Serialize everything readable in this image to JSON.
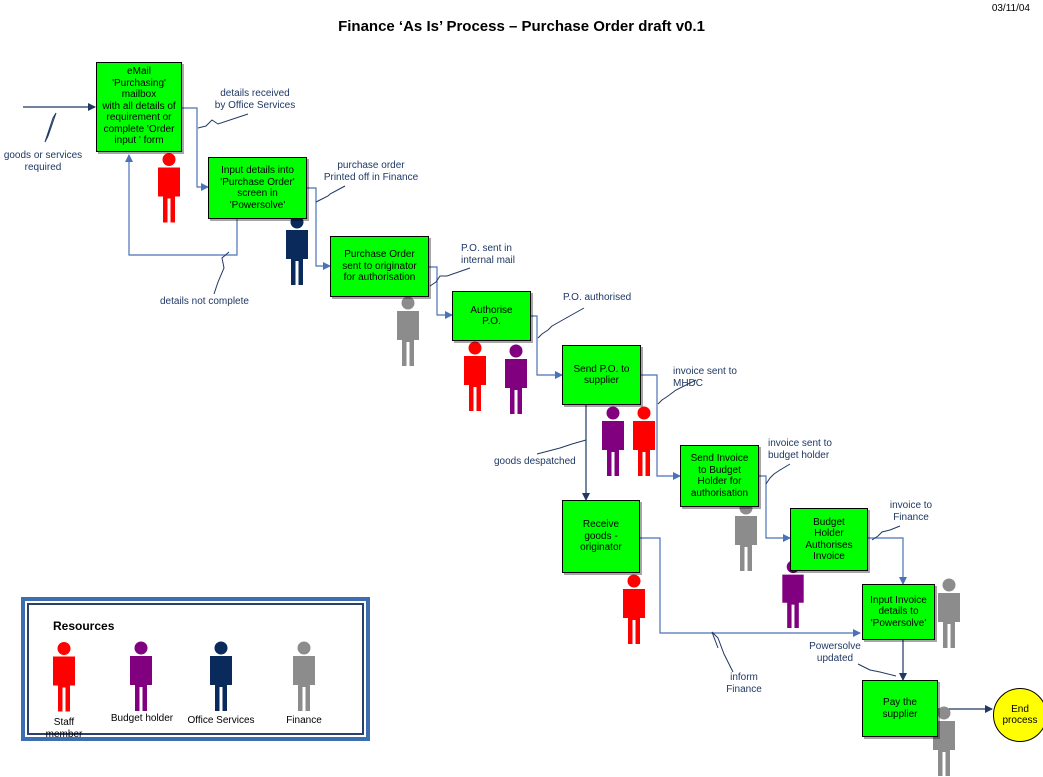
{
  "header": {
    "title": "Finance ‘As Is’ Process – Purchase Order draft v0.1",
    "date": "03/11/04"
  },
  "steps": {
    "email": "eMail\n'Purchasing'\nmailbox\nwith all details of\nrequirement or\ncomplete 'Order\ninput ' form",
    "input_details": "Input details into\n'Purchase Order'\nscreen in\n'Powersolve'",
    "po_sent": "Purchase Order\nsent to originator\nfor authorisation",
    "authorise": "Authorise\nP.O.",
    "send_po": "Send P.O. to\nsupplier",
    "send_invoice": "Send Invoice\nto Budget\nHolder for\nauthorisation",
    "receive_goods": "Receive\ngoods -\noriginator",
    "budget_holder_authorises": "Budget\nHolder\nAuthorises\nInvoice",
    "input_invoice": "Input Invoice\ndetails to\n'Powersolve'",
    "pay_supplier": "Pay the\nsupplier",
    "end_process": "End\nprocess"
  },
  "annotations": {
    "goods_required": "goods or services\nrequired",
    "details_received": "details received\nby Office Services",
    "purchase_order_printed": "purchase order\nPrinted off in Finance",
    "details_not_complete": "details not complete",
    "po_internal_mail": "P.O. sent in\ninternal mail",
    "po_authorised": "P.O. authorised",
    "invoice_mhdc": "invoice sent to\nMHDC",
    "goods_despatched": "goods despatched",
    "invoice_budget_holder": "invoice sent to\nbudget holder",
    "invoice_to_finance": "invoice to\nFinance",
    "powersolve_updated": "Powersolve\nupdated",
    "inform_finance": "inform\nFinance"
  },
  "legend": {
    "title": "Resources",
    "items": [
      {
        "label": "Staff\nmember",
        "color": "#ff0000"
      },
      {
        "label": "Budget holder",
        "color": "#800080"
      },
      {
        "label": "Office Services",
        "color": "#0a2a5c"
      },
      {
        "label": "Finance",
        "color": "#8c8c8c"
      }
    ]
  },
  "colors": {
    "box_fill": "#00ff00",
    "connector": "#4a72b8",
    "staff": "#ff0000",
    "budget": "#800080",
    "office": "#0a2a5c",
    "finance": "#8c8c8c",
    "end_fill": "#ffff00"
  }
}
